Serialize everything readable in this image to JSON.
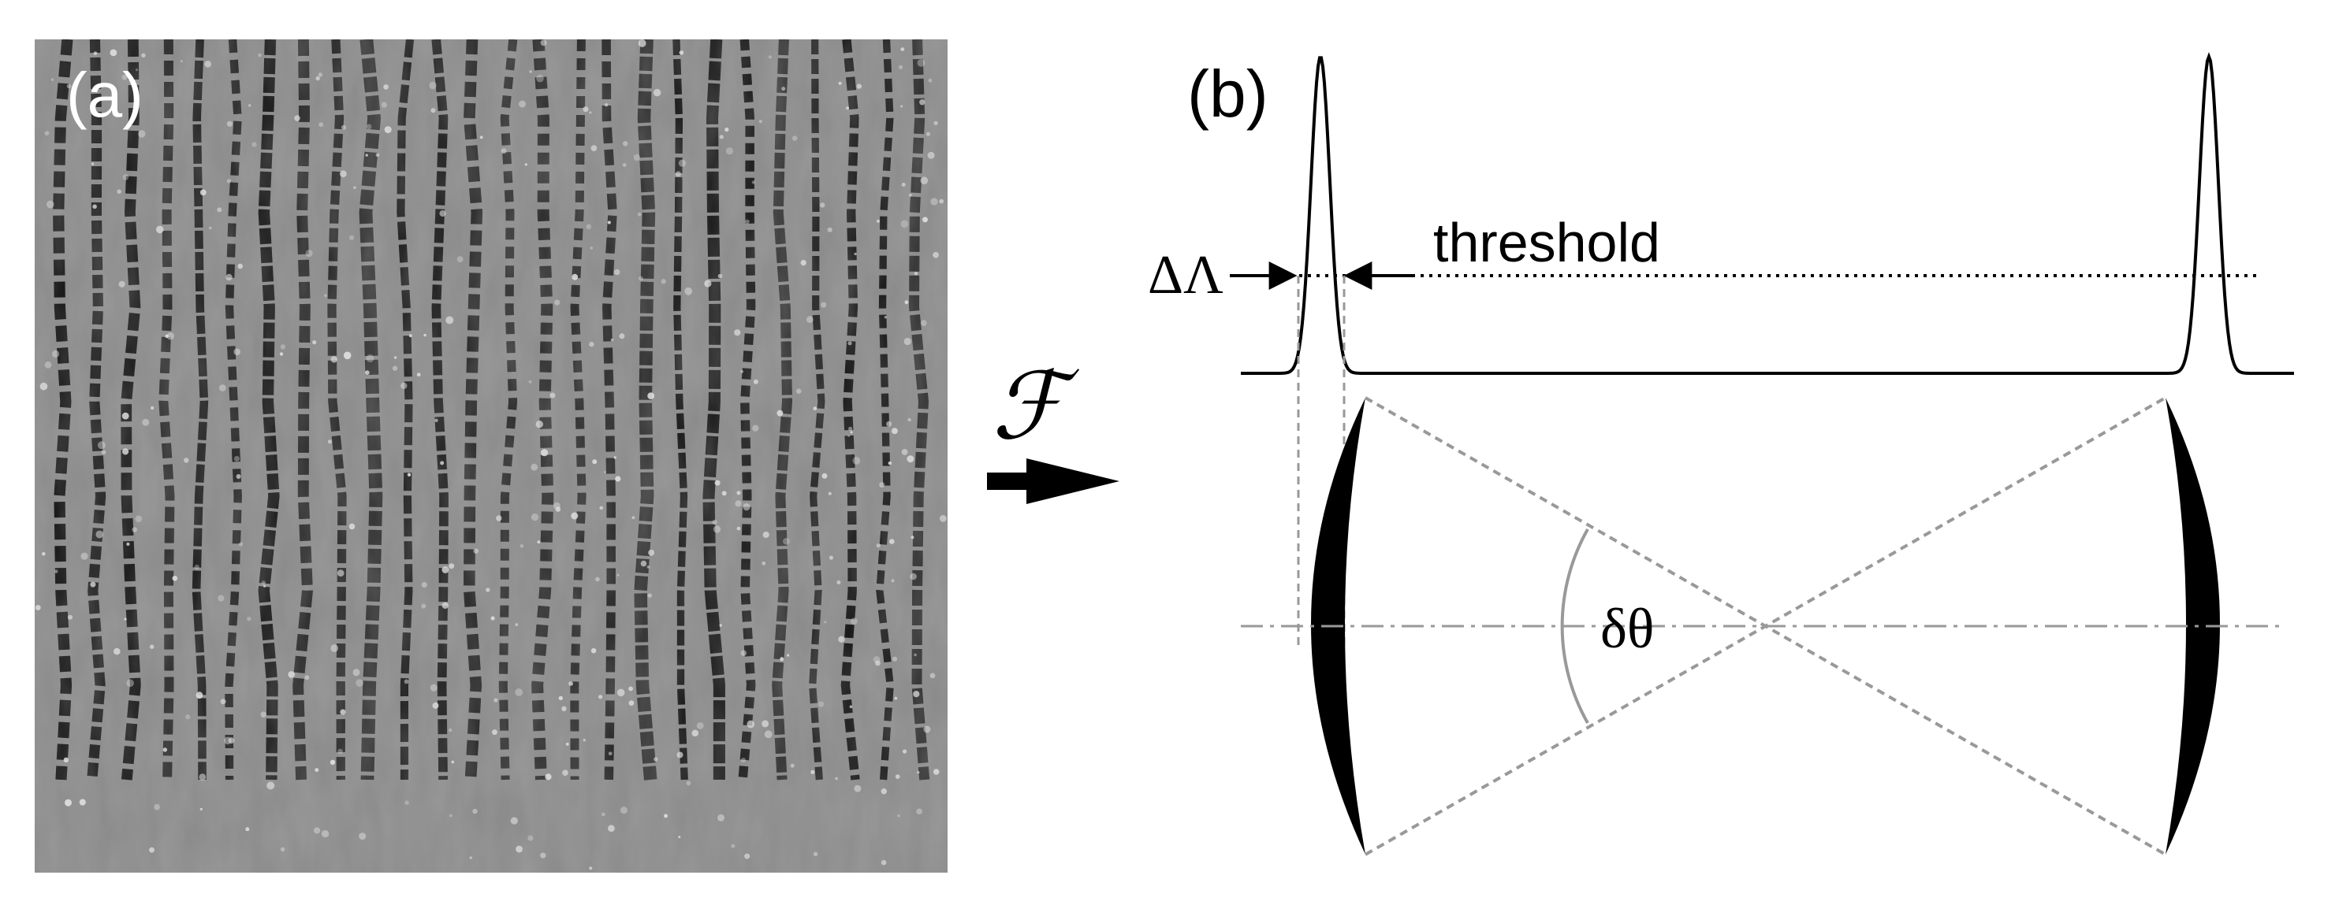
{
  "panel_a": {
    "label": "(a)",
    "colors": {
      "background": "#8a8a8a",
      "stripe": "#121212",
      "speckle": "#e6e6e6"
    }
  },
  "transform": {
    "symbol": "ℱ",
    "arrow_icon": "right-arrow-icon"
  },
  "panel_b": {
    "label": "(b)",
    "threshold_label": "threshold",
    "delta_lambda_label": "ΔΛ",
    "delta_theta_label": "δθ",
    "colors": {
      "curve": "#000000",
      "guide": "#999999",
      "crescent": "#000000"
    }
  }
}
